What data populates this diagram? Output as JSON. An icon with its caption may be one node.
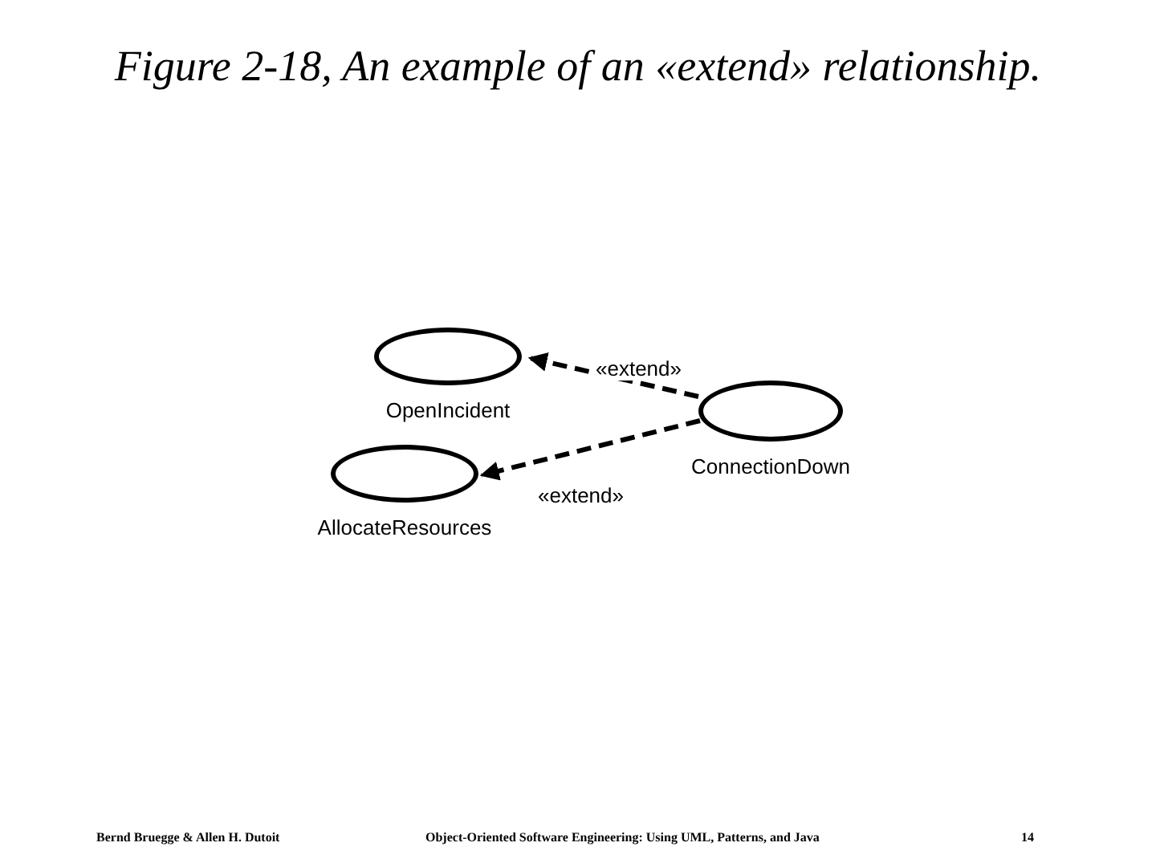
{
  "diagram": {
    "title": "Figure 2-18, An example of an «extend» relationship.",
    "nodes": [
      {
        "text": [
          "OpenIncident"
        ]
      },
      {
        "text": [
          "AllocateResources"
        ]
      },
      {
        "text": [
          "ConnectionDown"
        ]
      }
    ],
    "edges": [
      {
        "from": 2,
        "to": 0,
        "arrow": "to",
        "style": "dashed",
        "label": "«extend»"
      },
      {
        "from": 2,
        "to": 1,
        "arrow": "to",
        "style": "dashed",
        "label": "«extend»"
      }
    ],
    "labels": [
      "Bernd Bruegge & Allen H. Dutoit",
      "Object-Oriented Software Engineering: Using UML, Patterns, and Java",
      "14"
    ]
  }
}
